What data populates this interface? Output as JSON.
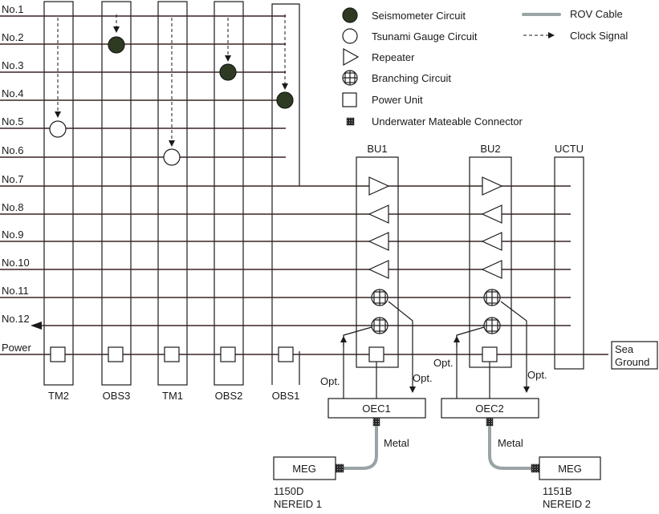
{
  "legend": {
    "seismometer": "Seismometer Circuit",
    "tsunami": "Tsunami Gauge Circuit",
    "repeater": "Repeater",
    "branching": "Branching Circuit",
    "power_unit": "Power Unit",
    "connector": "Underwater Mateable Connector",
    "rov_cable": "ROV Cable",
    "clock": "Clock Signal"
  },
  "lines": [
    "No.1",
    "No.2",
    "No.3",
    "No.4",
    "No.5",
    "No.6",
    "No.7",
    "No.8",
    "No.9",
    "No.10",
    "No.11",
    "No.12",
    "Power"
  ],
  "stations": [
    "TM2",
    "OBS3",
    "TM1",
    "OBS2",
    "OBS1"
  ],
  "units": {
    "bu1": "BU1",
    "bu2": "BU2",
    "uctu": "UCTU",
    "oec1": "OEC1",
    "oec2": "OEC2",
    "meg1": "MEG",
    "meg2": "MEG"
  },
  "labels": {
    "opt": "Opt.",
    "metal": "Metal",
    "sea_ground_1": "Sea",
    "sea_ground_2": "Ground",
    "site1_id": "1150D",
    "site1_name": "NEREID 1",
    "site2_id": "1151B",
    "site2_name": "NEREID 2"
  },
  "colors": {
    "seismometer_fill": "#2f3a22",
    "bus_line": "#3a2323",
    "rov_cable": "#9aa3a6",
    "connector": "#2a2a2a"
  }
}
